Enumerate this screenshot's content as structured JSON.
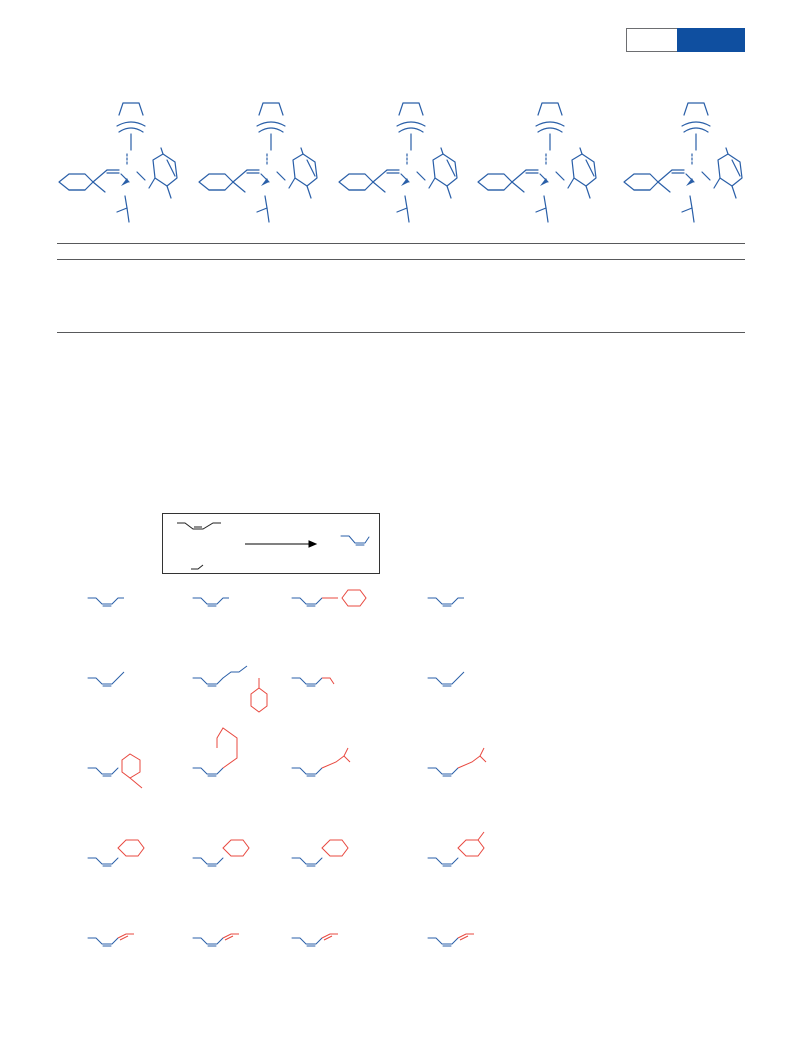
{
  "page": {
    "header": {
      "label_left": "",
      "label_right": ""
    },
    "figure": {
      "catalysts": [
        {
          "id": "cat-1"
        },
        {
          "id": "cat-2"
        },
        {
          "id": "cat-3"
        },
        {
          "id": "cat-4"
        },
        {
          "id": "cat-5"
        }
      ]
    },
    "table": {
      "rows": []
    },
    "scheme": {
      "reaction": {
        "arrow": "right"
      },
      "products": [
        {
          "id": "p1"
        },
        {
          "id": "p2"
        },
        {
          "id": "p3"
        },
        {
          "id": "p4"
        },
        {
          "id": "p5"
        },
        {
          "id": "p6"
        },
        {
          "id": "p7"
        },
        {
          "id": "p8"
        },
        {
          "id": "p9"
        },
        {
          "id": "p10"
        },
        {
          "id": "p11"
        },
        {
          "id": "p12"
        },
        {
          "id": "p13"
        },
        {
          "id": "p14"
        },
        {
          "id": "p15"
        },
        {
          "id": "p16"
        },
        {
          "id": "p17"
        },
        {
          "id": "p18"
        },
        {
          "id": "p19"
        },
        {
          "id": "p20"
        }
      ]
    },
    "colors": {
      "blue": "#2a5fa8",
      "red": "#e8483f",
      "header_blue": "#0f4fa0"
    }
  }
}
